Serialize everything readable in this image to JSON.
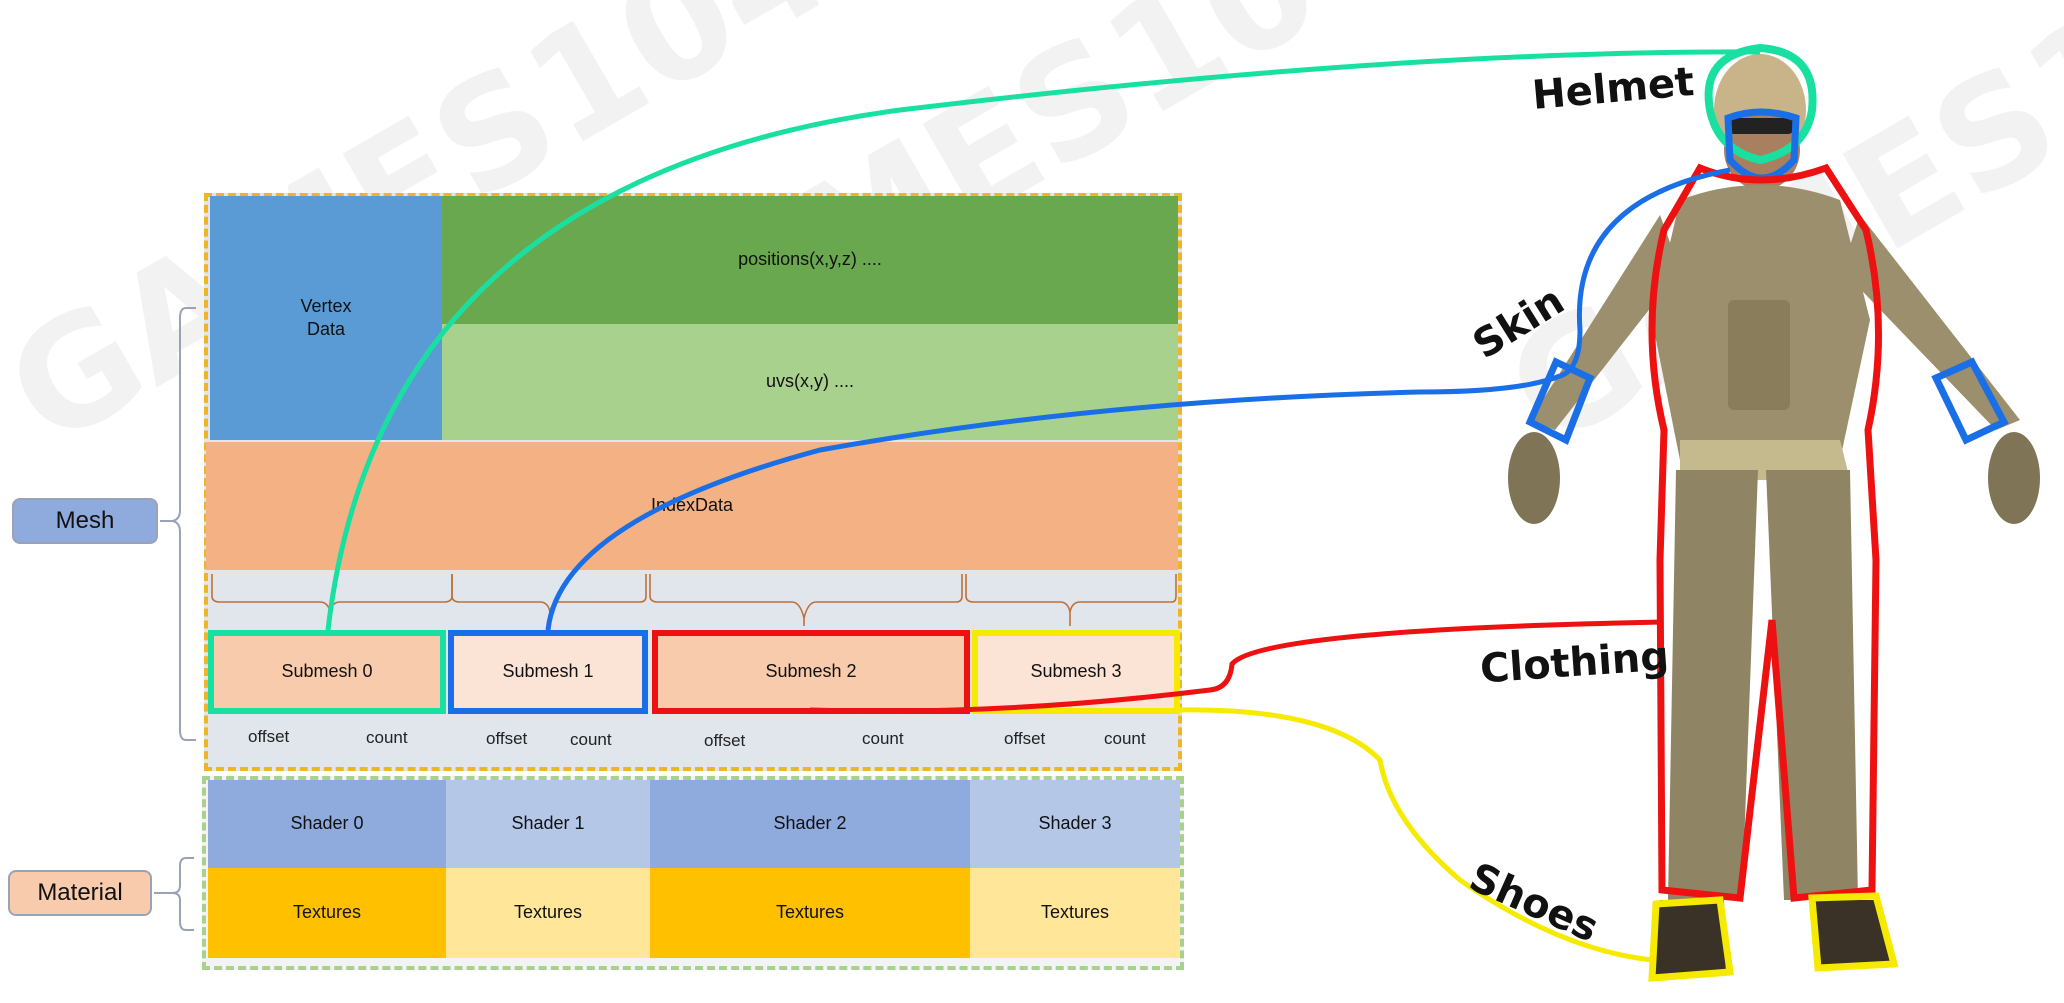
{
  "mesh": {
    "label": "Mesh",
    "vertex_data": "Vertex\nData",
    "positions": "positions(x,y,z)  ....",
    "uvs": "uvs(x,y)  ....",
    "index_data": "IndexData",
    "submeshes": [
      {
        "label": "Submesh 0",
        "offset": "offset",
        "count": "count"
      },
      {
        "label": "Submesh 1",
        "offset": "offset",
        "count": "count"
      },
      {
        "label": "Submesh 2",
        "offset": "offset",
        "count": "count"
      },
      {
        "label": "Submesh 3",
        "offset": "offset",
        "count": "count"
      }
    ]
  },
  "material": {
    "label": "Material",
    "shaders": [
      "Shader 0",
      "Shader 1",
      "Shader 2",
      "Shader 3"
    ],
    "textures": [
      "Textures",
      "Textures",
      "Textures",
      "Textures"
    ]
  },
  "callouts": {
    "helmet": "Helmet",
    "skin": "Skin",
    "clothing": "Clothing",
    "shoes": "Shoes"
  },
  "watermark": "GAMES104",
  "colors": {
    "submesh0": "#19e0a0",
    "submesh1": "#1a6fe6",
    "submesh2": "#ee1111",
    "submesh3": "#f5ea00",
    "mesh_border": "#f0b429",
    "material_border": "#a9d18e"
  }
}
